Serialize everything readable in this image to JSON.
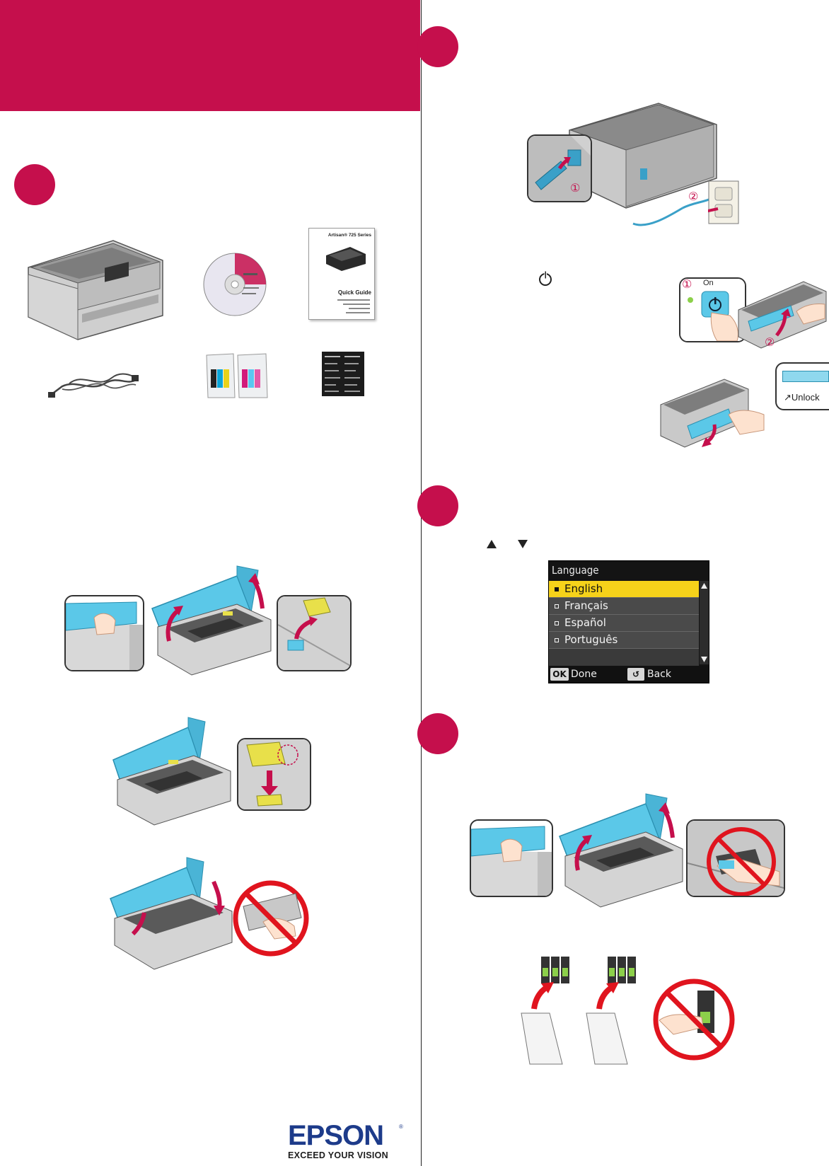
{
  "colors": {
    "brand": "#c50f4c",
    "accent_blue": "#5bc8e8",
    "tape_yellow": "#e8e04a",
    "logo_blue": "#1d3b8a",
    "lcd_highlight": "#f6d21a"
  },
  "icons": {
    "power": "power-icon",
    "up": "triangle-up-icon",
    "down": "triangle-down-icon",
    "prohibited": "prohibited-icon"
  },
  "contents": {
    "guide_title": "Artisan® 725 Series",
    "guide_subtitle": "Quick Guide"
  },
  "callouts": {
    "one": "①",
    "two": "②",
    "on": "On",
    "unlock": "Unlock"
  },
  "lcd": {
    "title": "Language",
    "options": [
      "English",
      "Français",
      "Español",
      "Português"
    ],
    "selected": "English",
    "ok_key": "OK",
    "done": "Done",
    "back": "Back"
  },
  "brand_logo": {
    "name": "EPSON",
    "tagline": "EXCEED YOUR VISION"
  }
}
